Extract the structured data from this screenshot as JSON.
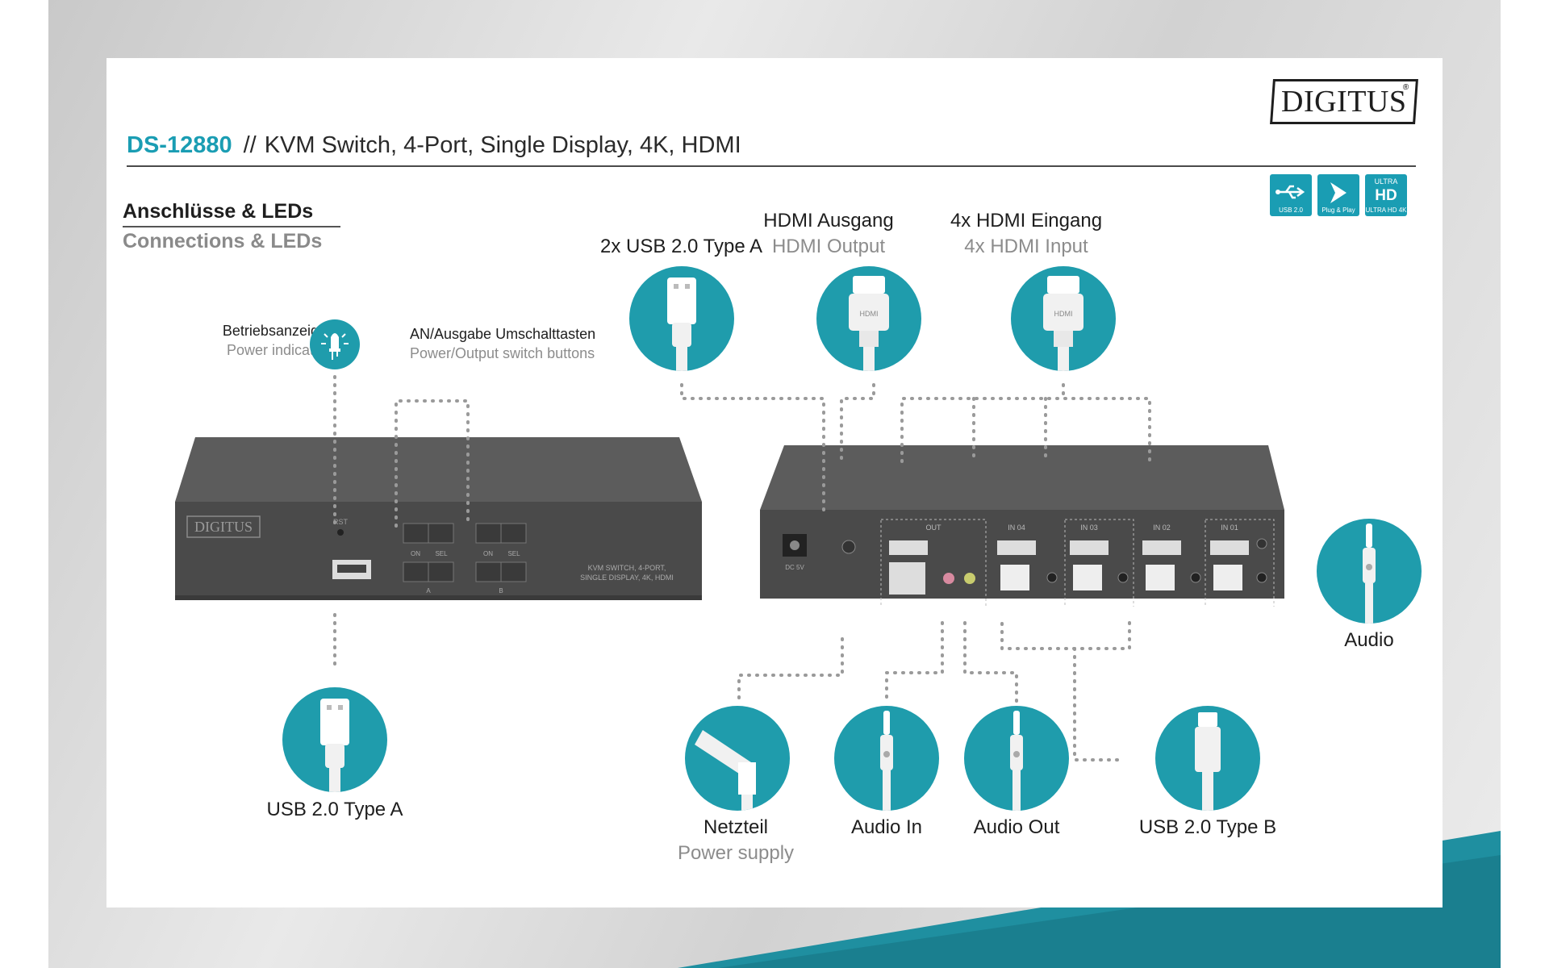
{
  "brand": {
    "logo_text": "DIGITUS",
    "registered": "®"
  },
  "header": {
    "model": "DS-12880",
    "separator": "//",
    "title": "KVM Switch, 4-Port, Single Display, 4K, HDMI"
  },
  "badges": [
    {
      "icon": "usb-2-0-icon",
      "caption": "USB 2.0"
    },
    {
      "icon": "plug-and-play-icon",
      "caption": "Plug & Play"
    },
    {
      "icon": "ultra-hd-4k-icon",
      "caption": "ULTRA HD 4K"
    }
  ],
  "section": {
    "title_de": "Anschlüsse & LEDs",
    "title_en": "Connections & LEDs"
  },
  "callouts": {
    "power_indicator": {
      "de": "Betriebsanzeige",
      "en": "Power indicator",
      "icon": "led-icon"
    },
    "switch_buttons": {
      "de": "AN/Ausgabe Umschalttasten",
      "en": "Power/Output switch buttons"
    },
    "usb_front": {
      "de": "USB 2.0 Type A",
      "icon": "usb-a-plug-icon"
    },
    "usb_rear": {
      "de": "2x USB 2.0 Type A",
      "icon": "usb-a-plug-icon"
    },
    "hdmi_out": {
      "de": "HDMI Ausgang",
      "en": "HDMI Output",
      "icon": "hdmi-plug-icon"
    },
    "hdmi_in": {
      "de": "4x HDMI Eingang",
      "en": "4x HDMI Input",
      "icon": "hdmi-plug-icon"
    },
    "audio": {
      "de": "Audio",
      "icon": "audio-jack-icon"
    },
    "power_supply": {
      "de": "Netzteil",
      "en": "Power supply",
      "icon": "dc-plug-icon"
    },
    "audio_in": {
      "de": "Audio In",
      "icon": "audio-jack-icon"
    },
    "audio_out": {
      "de": "Audio Out",
      "icon": "audio-jack-icon"
    },
    "usb_b": {
      "de": "USB 2.0 Type B",
      "icon": "usb-b-plug-icon"
    }
  },
  "front_panel": {
    "logo": "DIGITUS",
    "rst": "RST",
    "button_labels": [
      "ON",
      "SEL",
      "ON",
      "SEL"
    ],
    "group_labels": [
      "A",
      "B"
    ],
    "model_text_1": "KVM SWITCH, 4-PORT,",
    "model_text_2": "SINGLE DISPLAY, 4K, HDMI"
  },
  "rear_panel": {
    "dc_label": "DC 5V",
    "ports": [
      "OUT",
      "IN 04",
      "IN 03",
      "IN 02",
      "IN 01"
    ]
  },
  "colors": {
    "accent": "#1a9db3",
    "circle": "#1f9cac",
    "device": "#4f4f4f"
  }
}
